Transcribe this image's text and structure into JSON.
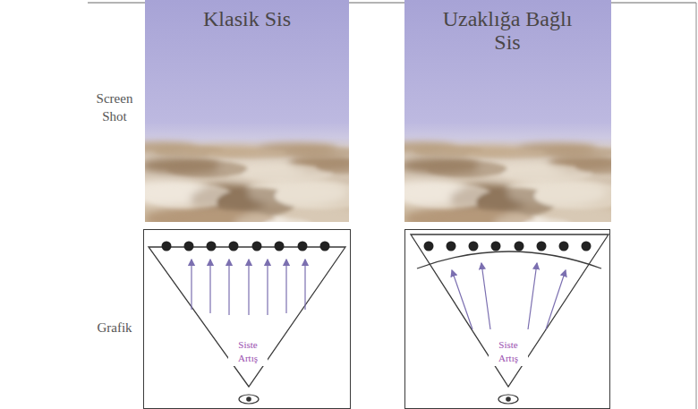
{
  "diagram": {
    "nodes": [
      {
        "text": [
          "Siste Artış"
        ]
      },
      {
        "text": [
          "Siste Artış"
        ]
      }
    ],
    "labels": [
      "Klasik Sis",
      "Uzaklığa Bağlı Sis",
      "Screen Shot",
      "Grafik"
    ]
  }
}
